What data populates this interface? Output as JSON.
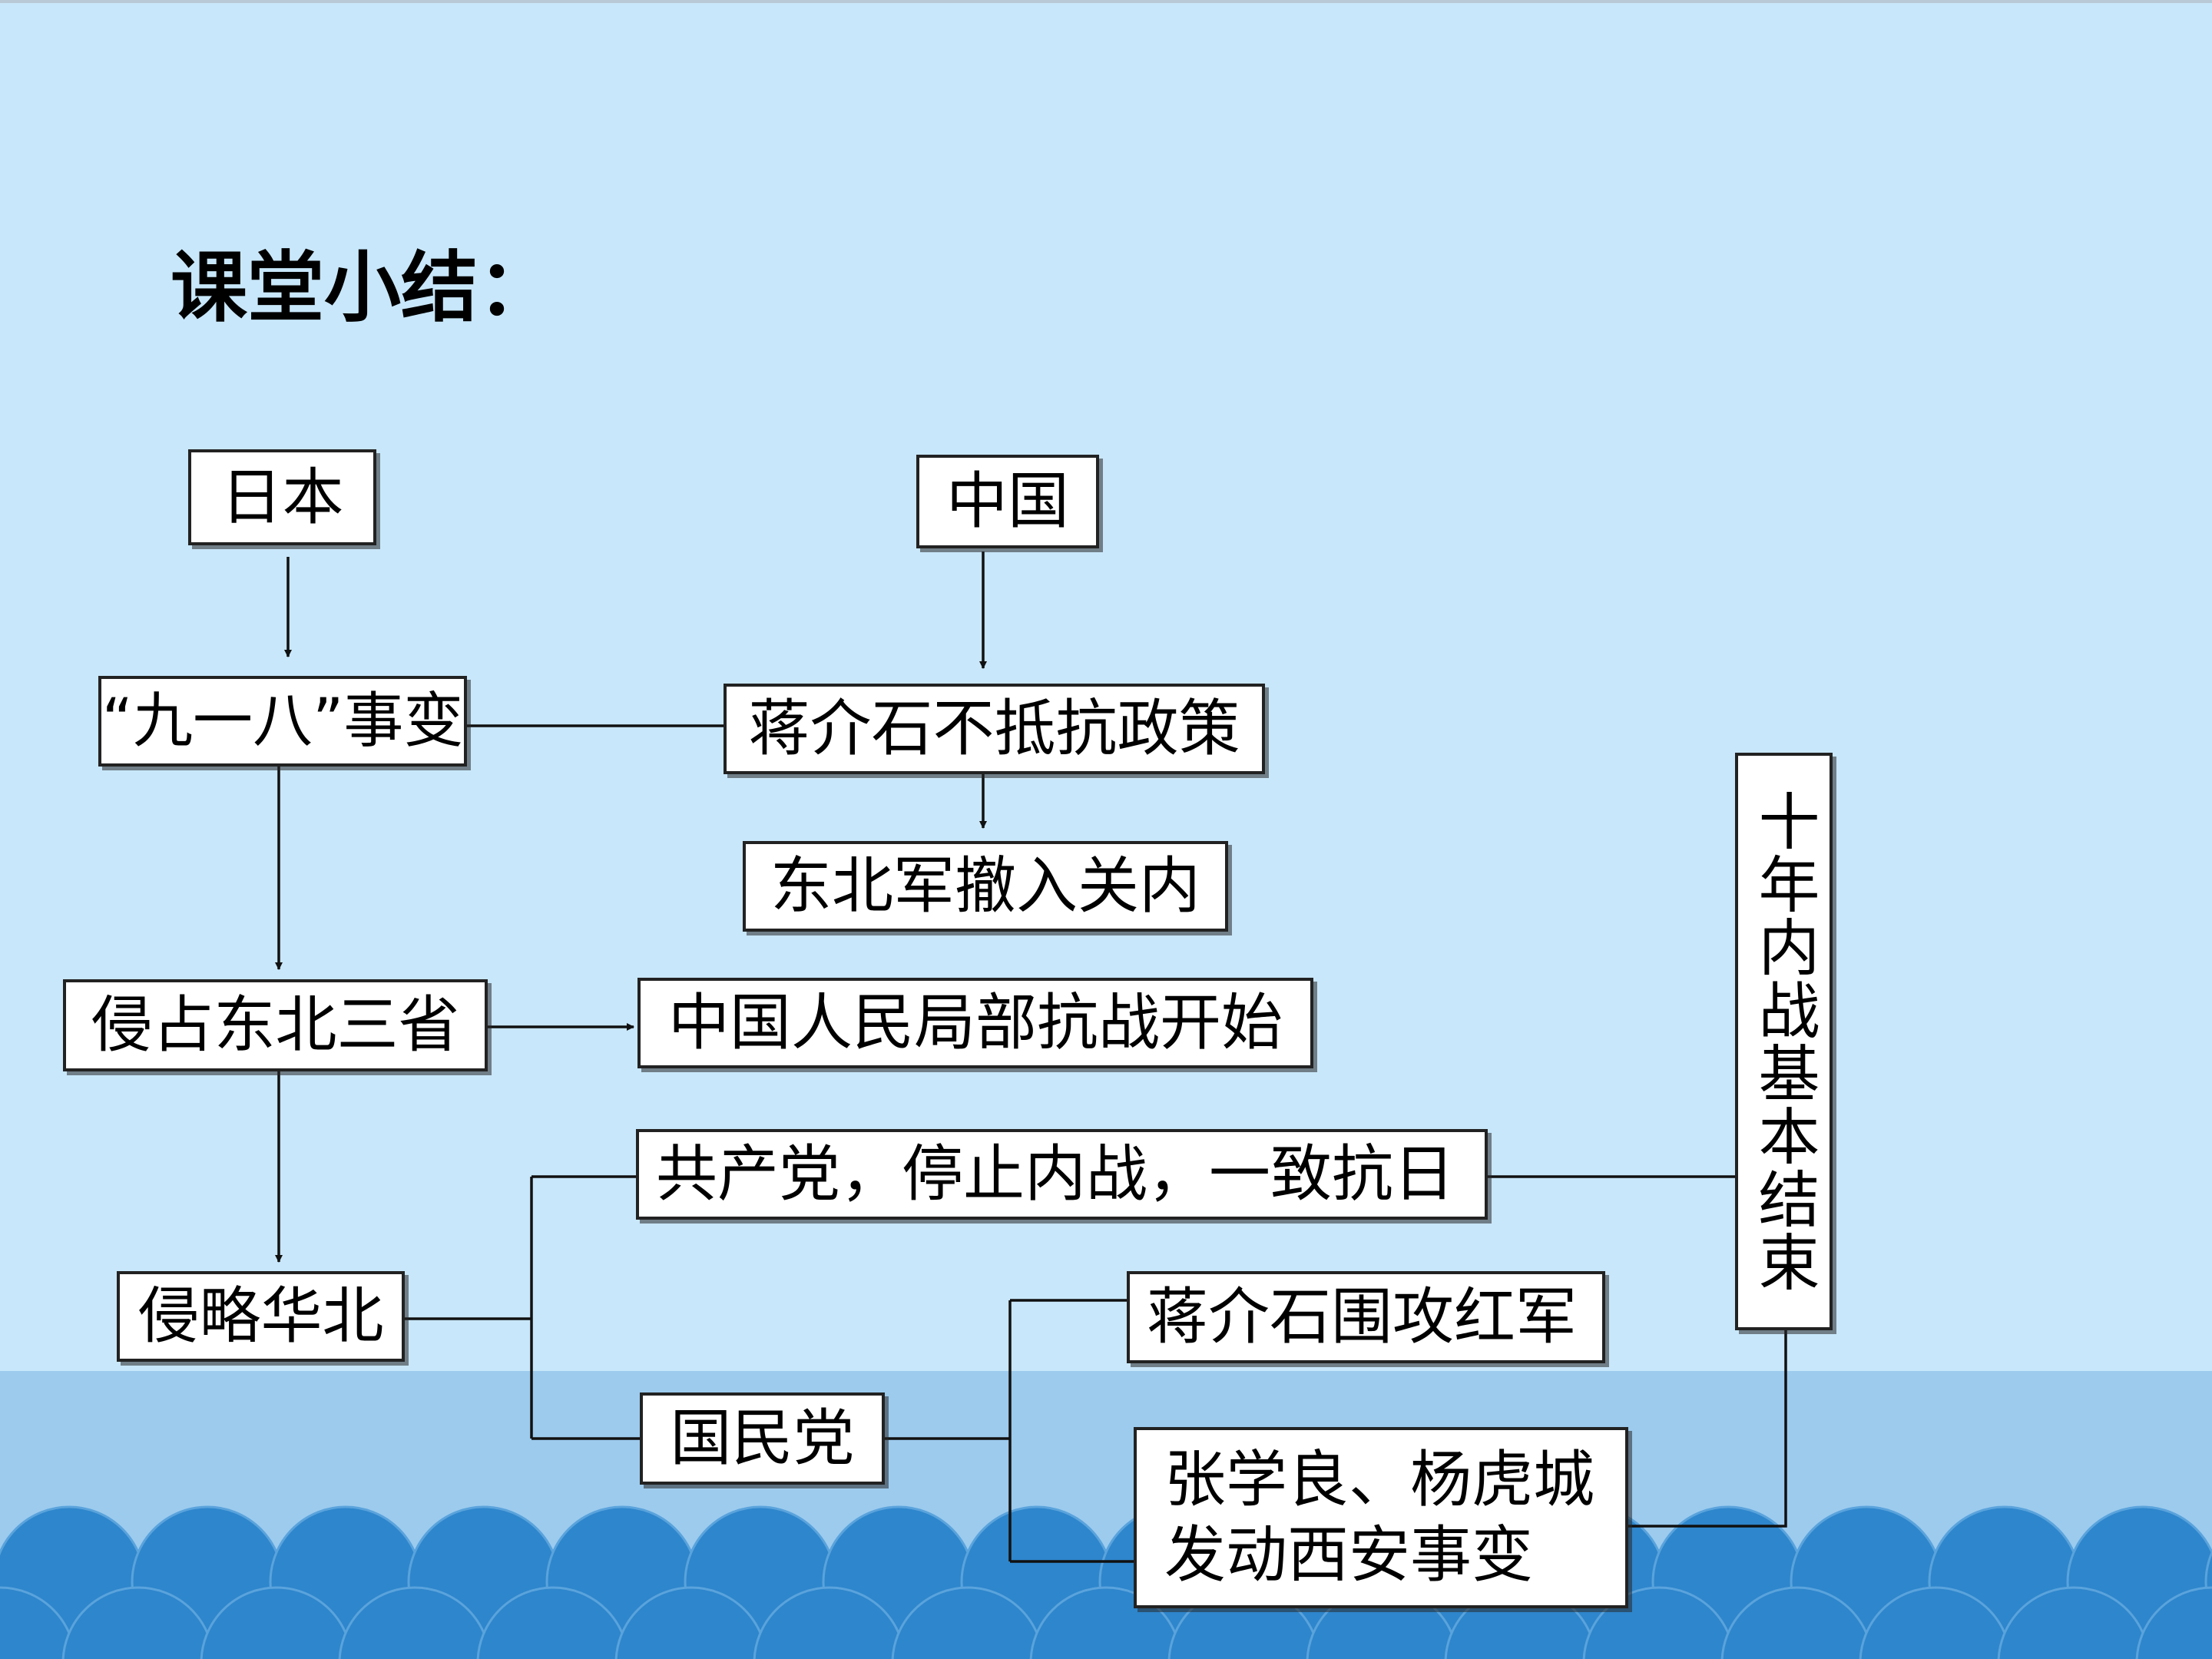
{
  "slide": {
    "title": "课堂小结：",
    "colors": {
      "sky": "#c8e7fa",
      "sea": "#9ccbee",
      "wave": "#2e86cc",
      "box_border": "#222222",
      "line": "#111111"
    }
  },
  "diagram": {
    "nodes": {
      "japan": "日本",
      "china": "中国",
      "incident_918": "“九一八”事变",
      "non_resistance": "蒋介石不抵抗政策",
      "army_withdraw": "东北军撤入关内",
      "occupy_northeast": "侵占东北三省",
      "local_resistance": "中国人民局部抗战开始",
      "cpc_policy": "共产党，停止内战，一致抗日",
      "invade_north": "侵略华北",
      "kmt": "国民党",
      "attack_red_army": "蒋介石围攻红军",
      "xian_incident_line1": "张学良、杨虎城",
      "xian_incident_line2": "发动西安事变",
      "civil_war_end": "十年内战基本结束"
    }
  }
}
